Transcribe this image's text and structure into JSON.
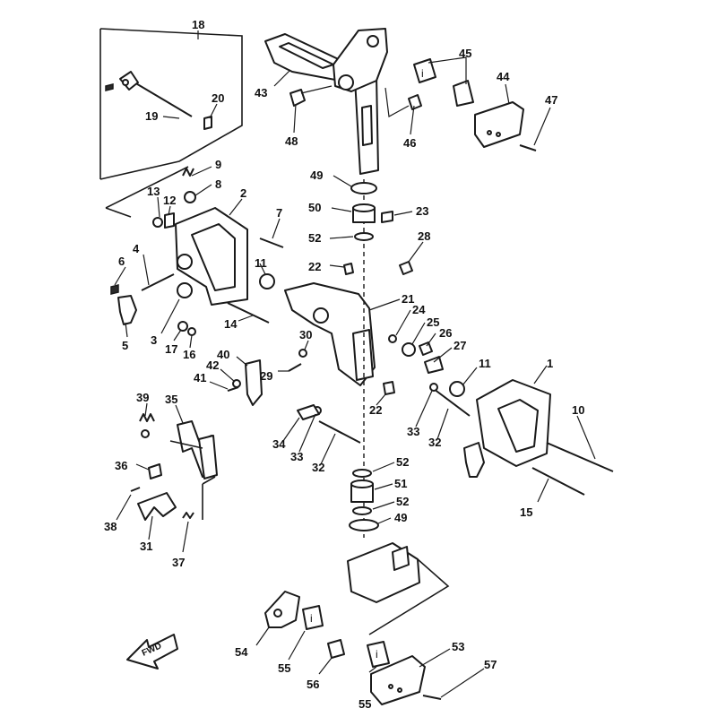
{
  "fwd_label": "FWD",
  "part_letter": "i",
  "callouts": [
    {
      "id": "18",
      "label": "18"
    },
    {
      "id": "20",
      "label": "20"
    },
    {
      "id": "19",
      "label": "19"
    },
    {
      "id": "43",
      "label": "43"
    },
    {
      "id": "48",
      "label": "48"
    },
    {
      "id": "45",
      "label": "45"
    },
    {
      "id": "44",
      "label": "44"
    },
    {
      "id": "46",
      "label": "46"
    },
    {
      "id": "47",
      "label": "47"
    },
    {
      "id": "9",
      "label": "9"
    },
    {
      "id": "8",
      "label": "8"
    },
    {
      "id": "13",
      "label": "13"
    },
    {
      "id": "12",
      "label": "12"
    },
    {
      "id": "2",
      "label": "2"
    },
    {
      "id": "7",
      "label": "7"
    },
    {
      "id": "49a",
      "label": "49"
    },
    {
      "id": "50",
      "label": "50"
    },
    {
      "id": "23",
      "label": "23"
    },
    {
      "id": "52a",
      "label": "52"
    },
    {
      "id": "28",
      "label": "28"
    },
    {
      "id": "4",
      "label": "4"
    },
    {
      "id": "6",
      "label": "6"
    },
    {
      "id": "11a",
      "label": "11"
    },
    {
      "id": "22a",
      "label": "22"
    },
    {
      "id": "5",
      "label": "5"
    },
    {
      "id": "3",
      "label": "3"
    },
    {
      "id": "14",
      "label": "14"
    },
    {
      "id": "21",
      "label": "21"
    },
    {
      "id": "24",
      "label": "24"
    },
    {
      "id": "25",
      "label": "25"
    },
    {
      "id": "26",
      "label": "26"
    },
    {
      "id": "17",
      "label": "17"
    },
    {
      "id": "16",
      "label": "16"
    },
    {
      "id": "30",
      "label": "30"
    },
    {
      "id": "27",
      "label": "27"
    },
    {
      "id": "40",
      "label": "40"
    },
    {
      "id": "42",
      "label": "42"
    },
    {
      "id": "41",
      "label": "41"
    },
    {
      "id": "29",
      "label": "29"
    },
    {
      "id": "11b",
      "label": "11"
    },
    {
      "id": "1",
      "label": "1"
    },
    {
      "id": "22b",
      "label": "22"
    },
    {
      "id": "39",
      "label": "39"
    },
    {
      "id": "35",
      "label": "35"
    },
    {
      "id": "10",
      "label": "10"
    },
    {
      "id": "33a",
      "label": "33"
    },
    {
      "id": "34",
      "label": "34"
    },
    {
      "id": "33b",
      "label": "33"
    },
    {
      "id": "32a",
      "label": "32"
    },
    {
      "id": "32b",
      "label": "32"
    },
    {
      "id": "36",
      "label": "36"
    },
    {
      "id": "52b",
      "label": "52"
    },
    {
      "id": "51",
      "label": "51"
    },
    {
      "id": "52c",
      "label": "52"
    },
    {
      "id": "15",
      "label": "15"
    },
    {
      "id": "49b",
      "label": "49"
    },
    {
      "id": "38",
      "label": "38"
    },
    {
      "id": "31",
      "label": "31"
    },
    {
      "id": "37",
      "label": "37"
    },
    {
      "id": "54",
      "label": "54"
    },
    {
      "id": "53",
      "label": "53"
    },
    {
      "id": "55a",
      "label": "55"
    },
    {
      "id": "56",
      "label": "56"
    },
    {
      "id": "57",
      "label": "57"
    },
    {
      "id": "55b",
      "label": "55"
    }
  ]
}
